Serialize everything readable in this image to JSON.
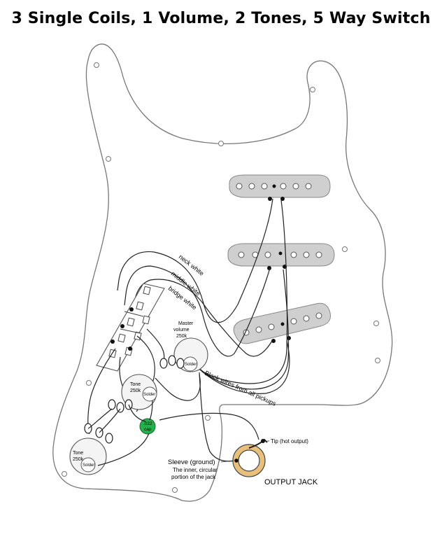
{
  "title": "3 Single Coils, 1 Volume, 2 Tones, 5 Way Switch",
  "labels": {
    "neck_white": "neck white",
    "middle_white": "middle white",
    "bridge_white": "bridge white",
    "master_volume_line1": "Master",
    "master_volume_line2": "volume",
    "master_volume_line3": "250k",
    "solder": "Solder",
    "black_wires": "Black wires from all pickups",
    "tone_upper_line1": "Tone",
    "tone_upper_line2": "250k",
    "tone_lower_line1": "Tone",
    "tone_lower_line2": "250k",
    "cap_line1": ".022",
    "cap_line2": "cap",
    "tip": "Tip (hot output)",
    "sleeve_line1": "Sleeve (ground)",
    "sleeve_line2": "The inner, circular",
    "sleeve_line3": "portion of the jack",
    "output_jack": "OUTPUT JACK"
  },
  "colors": {
    "pickup_fill": "#cfcfcf",
    "cap_green": "#22b24c",
    "jack_ring": "#e9c07a",
    "pot_fill": "#f4f4f4"
  }
}
